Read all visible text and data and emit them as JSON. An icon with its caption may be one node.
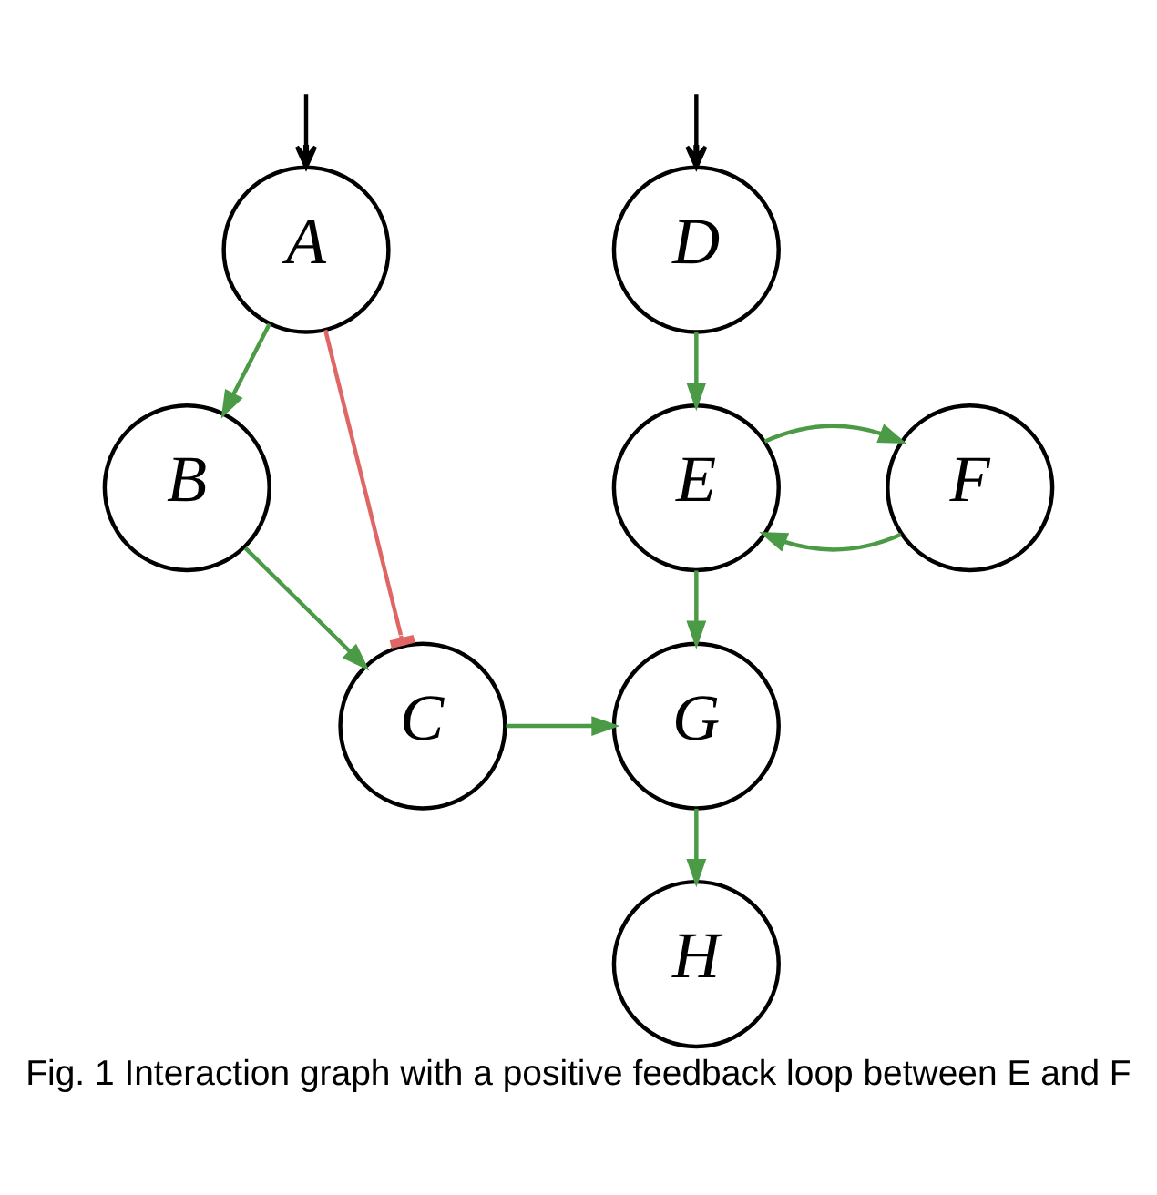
{
  "diagram": {
    "caption": "Fig. 1 Interaction graph with a positive feedback loop between E and F",
    "nodes": [
      {
        "text": [
          "A"
        ]
      },
      {
        "text": [
          "B"
        ]
      },
      {
        "text": [
          "C"
        ]
      },
      {
        "text": [
          "D"
        ]
      },
      {
        "text": [
          "E"
        ]
      },
      {
        "text": [
          "F"
        ]
      },
      {
        "text": [
          "G"
        ]
      },
      {
        "text": [
          "H"
        ]
      }
    ],
    "edges": [
      {
        "from": null,
        "to": 0,
        "arrow": "to",
        "color": "#000000"
      },
      {
        "from": null,
        "to": 3,
        "arrow": "to",
        "color": "#000000"
      },
      {
        "from": 0,
        "to": 1,
        "arrow": "to"
      },
      {
        "from": 0,
        "to": 2,
        "arrow": "other",
        "color": "#e06666"
      },
      {
        "from": 1,
        "to": 2,
        "arrow": "to"
      },
      {
        "from": 3,
        "to": 4,
        "arrow": "to"
      },
      {
        "from": 5,
        "to": 4,
        "arrow": "to"
      },
      {
        "from": 4,
        "to": 5,
        "arrow": "to"
      },
      {
        "from": 4,
        "to": 6,
        "arrow": "to"
      },
      {
        "from": 2,
        "to": 6,
        "arrow": "to"
      },
      {
        "from": 6,
        "to": 7,
        "arrow": "to"
      }
    ]
  }
}
